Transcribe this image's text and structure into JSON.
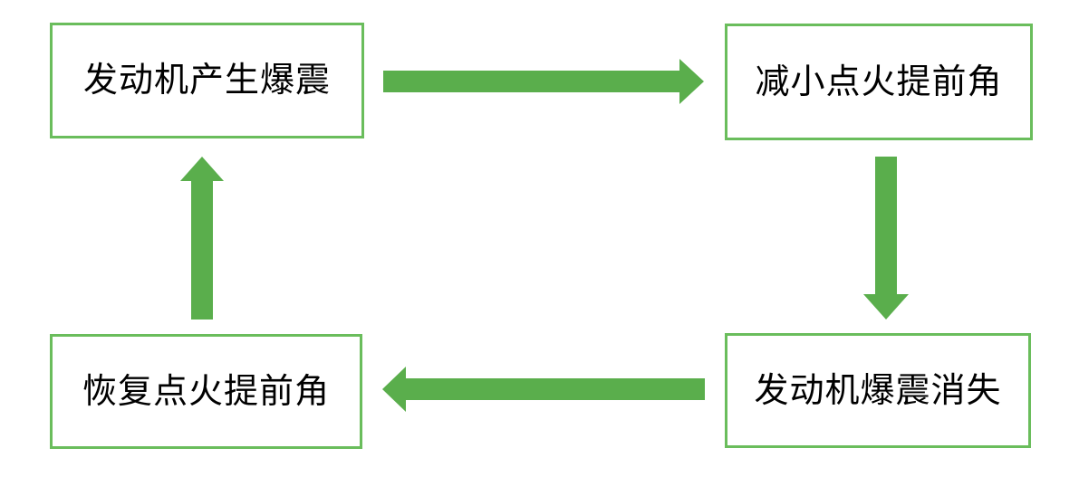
{
  "colors": {
    "arrow-green": "#5aae4c",
    "box-border": "#6abd5c",
    "text": "#000000",
    "background": "#ffffff"
  },
  "nodes": [
    {
      "id": "engine-knock",
      "label": "发动机产生爆震"
    },
    {
      "id": "reduce-ignition-advance",
      "label": "减小点火提前角"
    },
    {
      "id": "knock-disappears",
      "label": "发动机爆震消失"
    },
    {
      "id": "restore-ignition-advance",
      "label": "恢复点火提前角"
    }
  ],
  "arrows": [
    {
      "id": "right",
      "from": "engine-knock",
      "to": "reduce-ignition-advance",
      "direction": "right"
    },
    {
      "id": "down",
      "from": "reduce-ignition-advance",
      "to": "knock-disappears",
      "direction": "down"
    },
    {
      "id": "left",
      "from": "knock-disappears",
      "to": "restore-ignition-advance",
      "direction": "left"
    },
    {
      "id": "up",
      "from": "restore-ignition-advance",
      "to": "engine-knock",
      "direction": "up"
    }
  ]
}
